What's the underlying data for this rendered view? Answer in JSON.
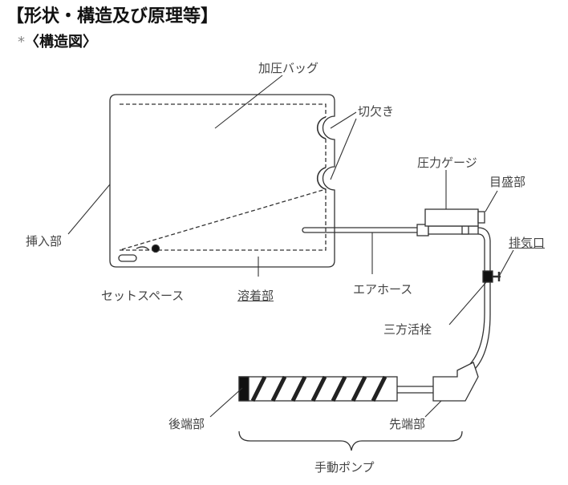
{
  "header": {
    "title": "【形状・構造及び原理等】",
    "asterisk": "*",
    "subtitle": "〈構造図〉"
  },
  "labels": {
    "pressure_bag": "加圧バッグ",
    "notch": "切欠き",
    "pressure_gauge": "圧力ゲージ",
    "scale": "目盛部",
    "exhaust_port": "排気口",
    "insertion": "挿入部",
    "set_space": "セットスペース",
    "welded": "溶着部",
    "air_hose": "エアホース",
    "three_way_cock": "三方活栓",
    "rear_end": "後端部",
    "tip": "先端部",
    "manual_pump": "手動ポンプ"
  }
}
